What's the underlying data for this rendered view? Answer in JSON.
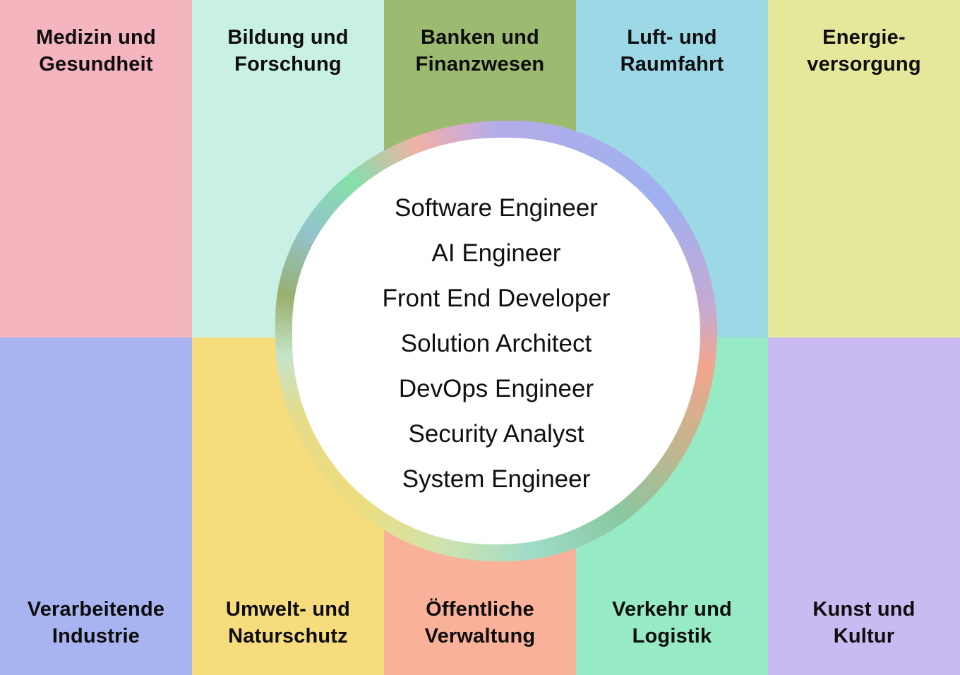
{
  "text_color": "#0d0d0d",
  "sectors": {
    "top": [
      {
        "label": "Medizin und\nGesundheit",
        "color": "#F5B5BF"
      },
      {
        "label": "Bildung und\nForschung",
        "color": "#C8F0E4"
      },
      {
        "label": "Banken und\nFinanzwesen",
        "color": "#9CBA70"
      },
      {
        "label": "Luft- und\nRaumfahrt",
        "color": "#9DD8E7"
      },
      {
        "label": "Energie-\nversorgung",
        "color": "#E5E89B"
      }
    ],
    "bottom": [
      {
        "label": "Verarbeitende\nIndustrie",
        "color": "#A8B4F0"
      },
      {
        "label": "Umwelt- und\nNaturschutz",
        "color": "#F7DC7E"
      },
      {
        "label": "Öffentliche\nVerwaltung",
        "color": "#FAB19A"
      },
      {
        "label": "Verkehr und\nLogistik",
        "color": "#96EBC4"
      },
      {
        "label": "Kunst und\nKultur",
        "color": "#C9BBF2"
      }
    ]
  },
  "center": {
    "background": "#FFFFFF",
    "roles": [
      "Software Engineer",
      "AI Engineer",
      "Front End Developer",
      "Solution Architect",
      "DevOps Engineer",
      "Security Analyst",
      "System Engineer"
    ],
    "ring_colors": [
      {
        "deg": 0,
        "color": "#b3ade9"
      },
      {
        "deg": 50,
        "color": "#9fb0f0"
      },
      {
        "deg": 80,
        "color": "#c4aad4"
      },
      {
        "deg": 97,
        "color": "#f3a68e"
      },
      {
        "deg": 120,
        "color": "#c2b58e"
      },
      {
        "deg": 145,
        "color": "#89c8a0"
      },
      {
        "deg": 170,
        "color": "#9fdcc8"
      },
      {
        "deg": 195,
        "color": "#cfe3ae"
      },
      {
        "deg": 220,
        "color": "#eedd7f"
      },
      {
        "deg": 248,
        "color": "#e7db86"
      },
      {
        "deg": 266,
        "color": "#c6e4c8"
      },
      {
        "deg": 282,
        "color": "#99b06d"
      },
      {
        "deg": 300,
        "color": "#93c3cc"
      },
      {
        "deg": 318,
        "color": "#85e0a9"
      },
      {
        "deg": 338,
        "color": "#f0b1a4"
      },
      {
        "deg": 352,
        "color": "#d0abd4"
      },
      {
        "deg": 360,
        "color": "#b3ade9"
      }
    ]
  }
}
